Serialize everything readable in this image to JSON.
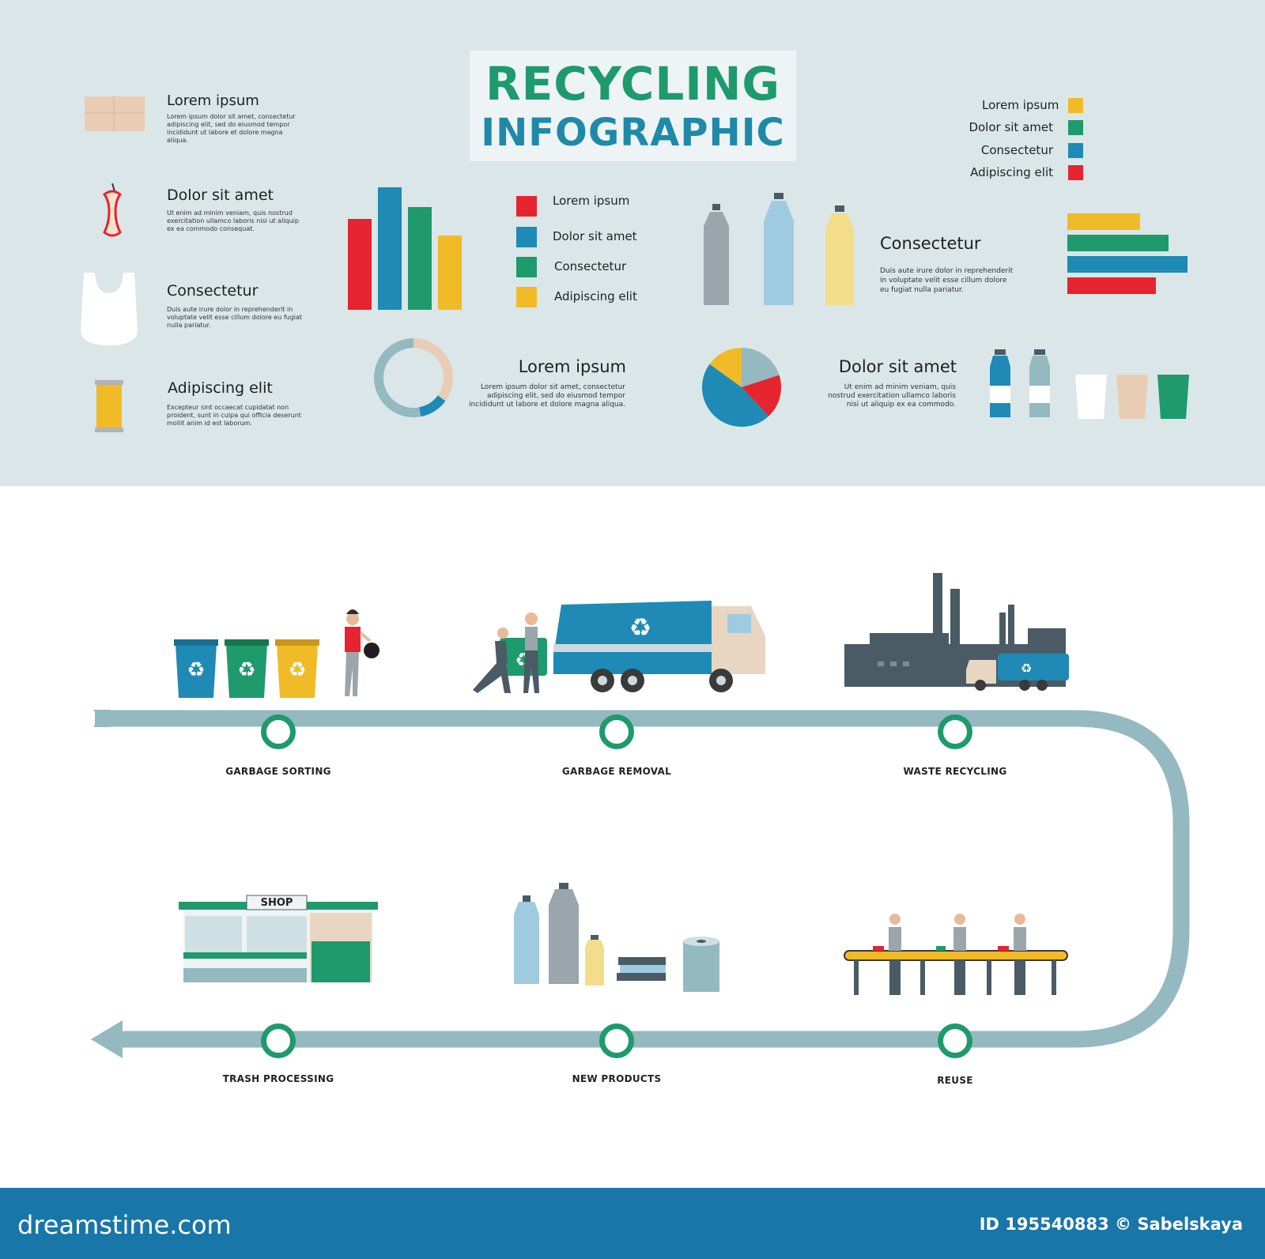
{
  "title": {
    "line1": "RECYCLING",
    "line2": "INFOGRAPHIC"
  },
  "colors": {
    "red": "#e5242f",
    "blue": "#1e8ab5",
    "green": "#1e9a6c",
    "yellow": "#f0bb27",
    "track": "#94b9c0",
    "panel": "#dbe6e9",
    "footer": "#1976a8"
  },
  "left_items": [
    {
      "icon": "cardboard-icon",
      "heading": "Lorem ipsum",
      "body": [
        "Lorem ipsum dolor sit amet, consectetur",
        "adipiscing elit, sed do eiusmod tempor",
        "incididunt ut labore et dolore magna aliqua."
      ]
    },
    {
      "icon": "apple-core-icon",
      "heading": "Dolor sit amet",
      "body": [
        "Ut enim ad minim veniam, quis nostrud",
        "exercitation ullamco laboris nisi ut aliquip",
        "ex ea commodo consequat."
      ]
    },
    {
      "icon": "plastic-bag-icon",
      "heading": "Consectetur",
      "body": [
        "Duis aute irure dolor in reprehenderit in",
        "voluptate velit esse cillum dolore eu fugiat",
        "nulla pariatur."
      ]
    },
    {
      "icon": "tin-can-icon",
      "heading": "Adipiscing elit",
      "body": [
        "Excepteur sint occaecat cupidatat non",
        "proident, sunt in culpa qui officia deserunt",
        "mollit anim id est laborum."
      ]
    }
  ],
  "bar_legend": [
    "Lorem ipsum",
    "Dolor sit amet",
    "Consectetur",
    "Adipiscing elit"
  ],
  "top_right_legend": [
    "Lorem ipsum",
    "Dolor sit amet",
    "Consectetur",
    "Adipiscing elit"
  ],
  "bottles_block": {
    "heading": "Consectetur",
    "body": [
      "Duis aute irure dolor in reprehenderit",
      "in voluptate velit esse cillum dolore",
      "eu fugiat nulla pariatur."
    ]
  },
  "donut_block": {
    "heading": "Lorem ipsum",
    "body": [
      "Lorem ipsum dolor sit amet, consectetur",
      "adipiscing elit, sed do eiusmod tempor",
      "incididunt ut labore et dolore magna aliqua."
    ]
  },
  "pie_block": {
    "heading": "Dolor sit amet",
    "body": [
      "Ut enim ad minim veniam, quis",
      "nostrud exercitation ullamco laboris",
      "nisi ut aliquip ex ea commodo."
    ]
  },
  "chart_data": [
    {
      "type": "bar",
      "orientation": "vertical",
      "categories": [
        "Lorem ipsum",
        "Dolor sit amet",
        "Consectetur",
        "Adipiscing elit"
      ],
      "values": [
        115,
        155,
        130,
        94
      ],
      "colors": [
        "#e5242f",
        "#1e8ab5",
        "#1e9a6c",
        "#f0bb27"
      ]
    },
    {
      "type": "bar",
      "orientation": "horizontal",
      "categories": [
        "Lorem ipsum",
        "Dolor sit amet",
        "Consectetur",
        "Adipiscing elit"
      ],
      "values": [
        92,
        128,
        152,
        112
      ],
      "colors": [
        "#f0bb27",
        "#1e9a6c",
        "#1e8ab5",
        "#e5242f"
      ]
    },
    {
      "type": "pie",
      "variant": "donut",
      "values": [
        35,
        12,
        53
      ],
      "colors": [
        "#e8cdb4",
        "#1e8ab5",
        "#94b9c0"
      ]
    },
    {
      "type": "pie",
      "values": [
        20,
        18,
        47,
        15
      ],
      "colors": [
        "#94b9c0",
        "#e5242f",
        "#1e8ab5",
        "#f0bb27"
      ]
    }
  ],
  "process_steps": [
    {
      "label": "GARBAGE SORTING"
    },
    {
      "label": "GARBAGE REMOVAL"
    },
    {
      "label": "WASTE RECYCLING"
    },
    {
      "label": "REUSE"
    },
    {
      "label": "NEW PRODUCTS"
    },
    {
      "label": "TRASH PROCESSING"
    }
  ],
  "shop_sign": "SHOP",
  "footer": {
    "logo": "dreamstime.com",
    "id": "ID 195540883 © Sabelskaya"
  }
}
